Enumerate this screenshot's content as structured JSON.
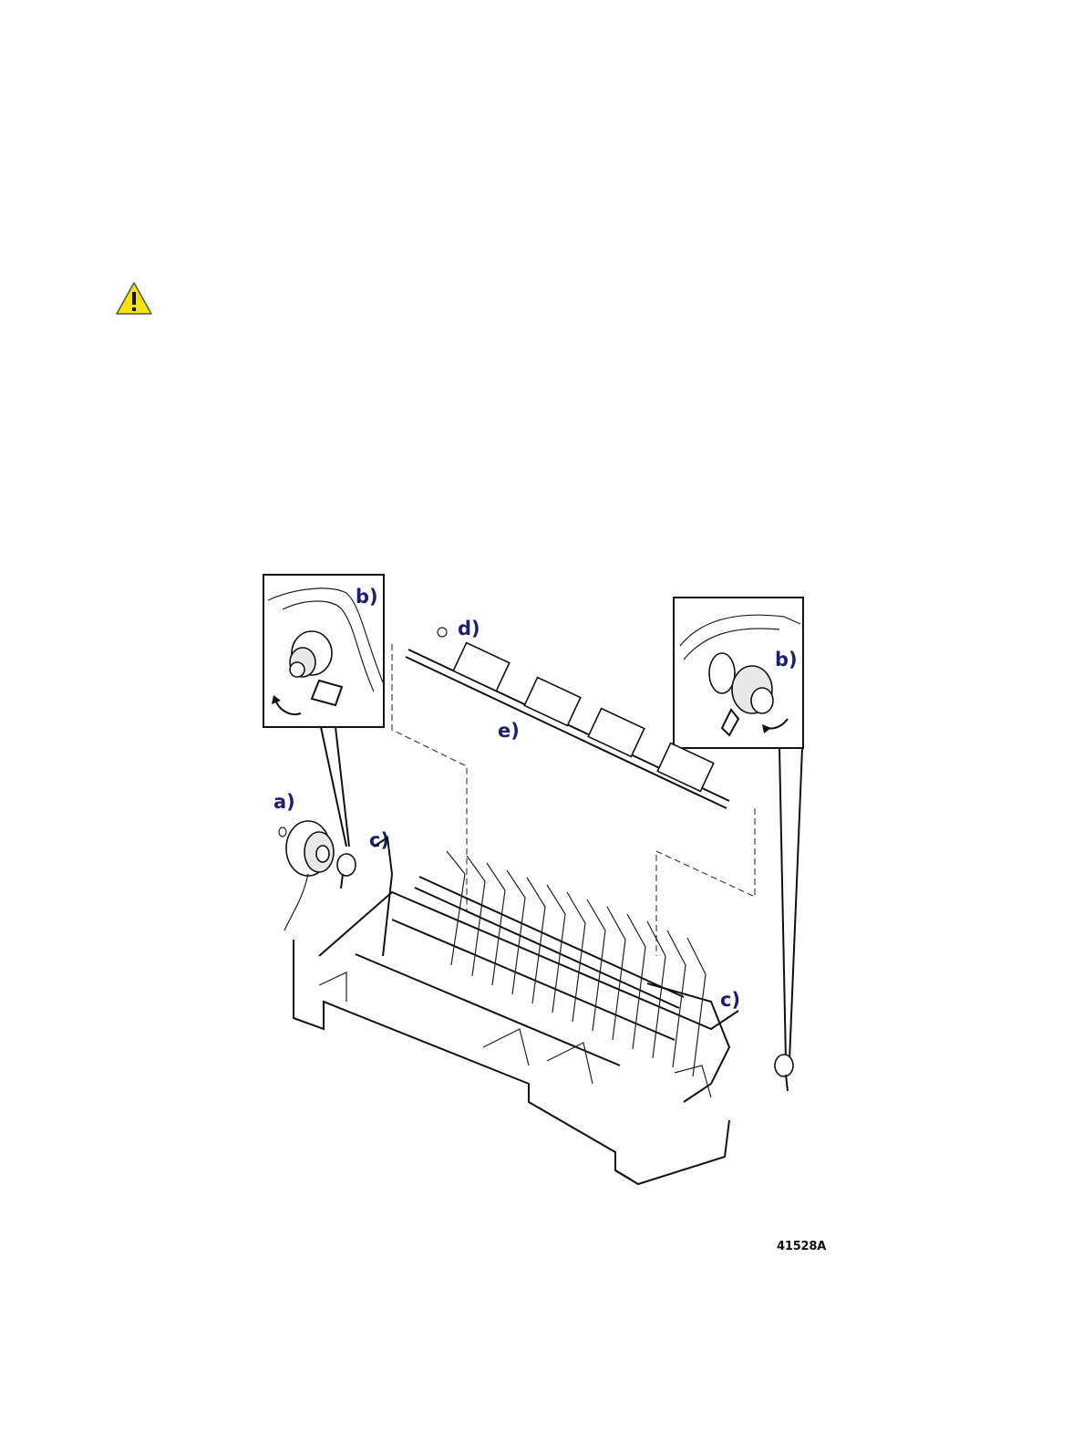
{
  "warning": {
    "icon": "warning-icon",
    "color": "#f5e400"
  },
  "figure": {
    "labels": {
      "a": "a)",
      "b_left": "b)",
      "b_right": "b)",
      "c_left": "c)",
      "c_right": "c)",
      "d": "d)",
      "e": "e)"
    },
    "code": "41528A"
  }
}
